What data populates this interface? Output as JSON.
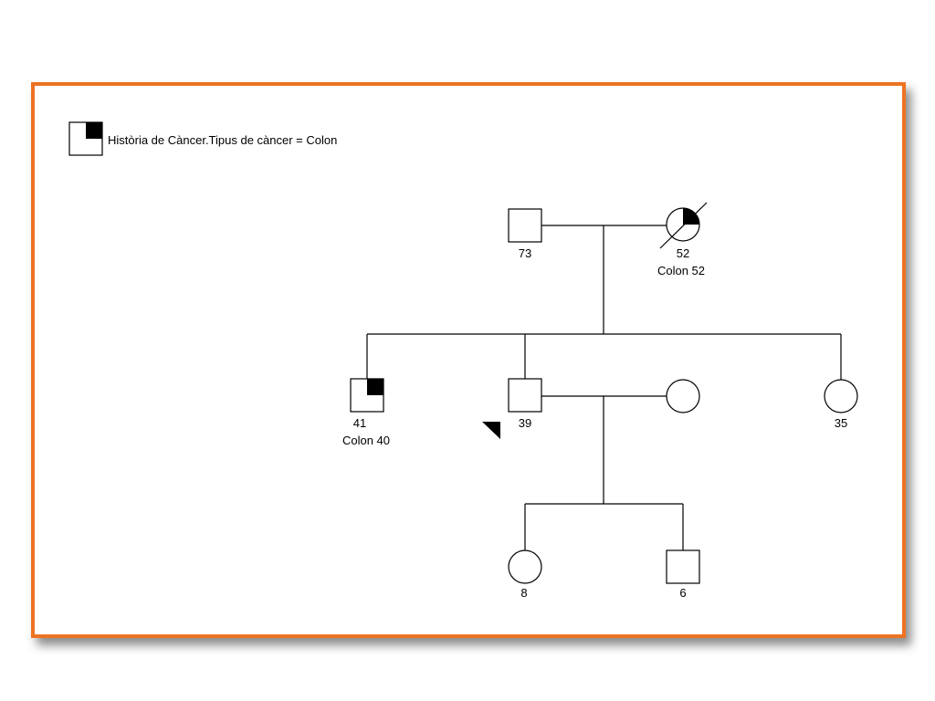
{
  "legend": {
    "text": "Història de Càncer.Tipus de càncer = Colon"
  },
  "individuals": [
    {
      "id": "grandfather",
      "age": "73"
    },
    {
      "id": "grandmother",
      "age": "52",
      "note": "Colon  52"
    },
    {
      "id": "son-affected",
      "age": "41",
      "note": "Colon  40"
    },
    {
      "id": "son-proband",
      "age": "39"
    },
    {
      "id": "spouse"
    },
    {
      "id": "daughter",
      "age": "35"
    },
    {
      "id": "grandchild-girl",
      "age": "8"
    },
    {
      "id": "grandchild-boy",
      "age": "6"
    }
  ],
  "colors": {
    "frame": "#ed7323",
    "line": "#000000",
    "affected_fill": "#000000"
  }
}
